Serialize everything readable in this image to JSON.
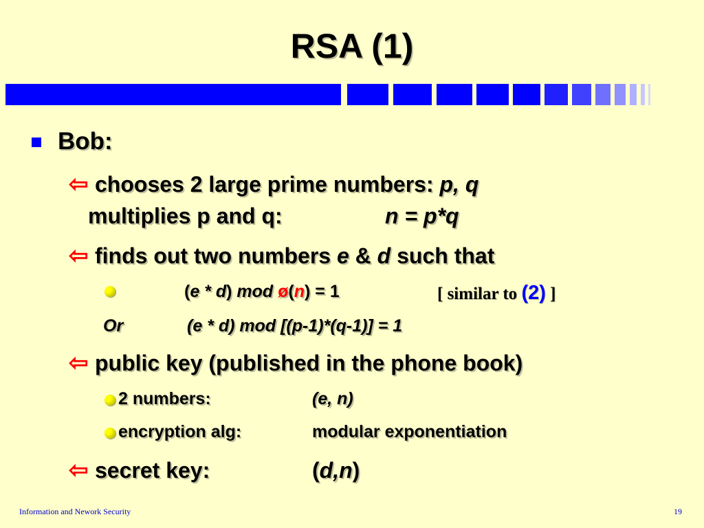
{
  "slide": {
    "title": "RSA (1)",
    "bullet_main": "Bob:",
    "b1_text": "chooses 2 large prime numbers: ",
    "b1_vars": "p, q",
    "b1_line2": "multiplies p and q:",
    "b1_formula": "n = p*q",
    "b2_text": "finds out two numbers ",
    "b2_e": "e",
    "b2_amp": " & ",
    "b2_d": "d",
    "b2_tail": " such that",
    "eq1": {
      "open": "(",
      "e": "e * d",
      "close": ")",
      "mod": " mod ",
      "phi": "ø",
      "paren_open": "(",
      "n": "n",
      "paren_close": ")",
      "equals": " = 1",
      "similar_pre": "[ similar to ",
      "similar_ref": "(2)",
      "similar_post": " ]"
    },
    "eq2": {
      "or": "Or",
      "expr": "(e * d) mod [(p-1)*(q-1)] = 1"
    },
    "b3_text": "public key (published in the phone book)",
    "b3_sub1_label": "2 numbers:",
    "b3_sub1_value": "(e, n)",
    "b3_sub2_label": "encryption alg:",
    "b3_sub2_value": "modular exponentiation",
    "b4_label": "secret key:",
    "b4_value_open": "(",
    "b4_value": "d,n",
    "b4_value_close": ")"
  },
  "footer": {
    "left": "Information and  Nework Security",
    "page": "19"
  },
  "icons": {
    "main_bullet": "blue-square-bullet-icon",
    "sub_bullet": "red-arrow-bullet-icon",
    "sub_sub_bullet": "yellow-dot-bullet-icon"
  },
  "colors": {
    "background": "#FFFFCC",
    "accent_blue": "#0000FF",
    "accent_red": "#FF0000",
    "dot_yellow": "#FFFF00"
  }
}
